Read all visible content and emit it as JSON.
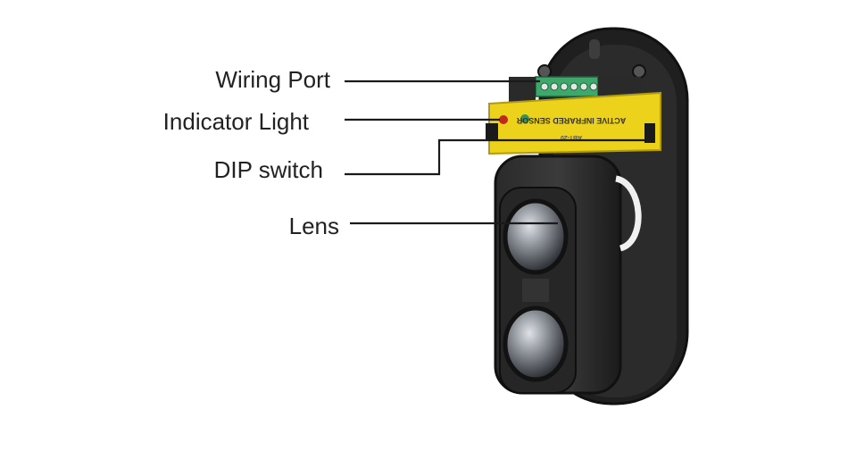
{
  "labels": {
    "wiring_port": "Wiring Port",
    "indicator_light": "Indicator Light",
    "dip_switch": "DIP switch",
    "lens": "Lens"
  },
  "device": {
    "panel_text": "ACTIVE INFRARED SENSOR",
    "small_text": "ABT-20"
  },
  "colors": {
    "housing": "#1e1e1e",
    "panel_yellow": "#ecd21a",
    "terminal_green": "#3ea86a",
    "led_red": "#c0271d",
    "led_green": "#2f9a4f"
  }
}
